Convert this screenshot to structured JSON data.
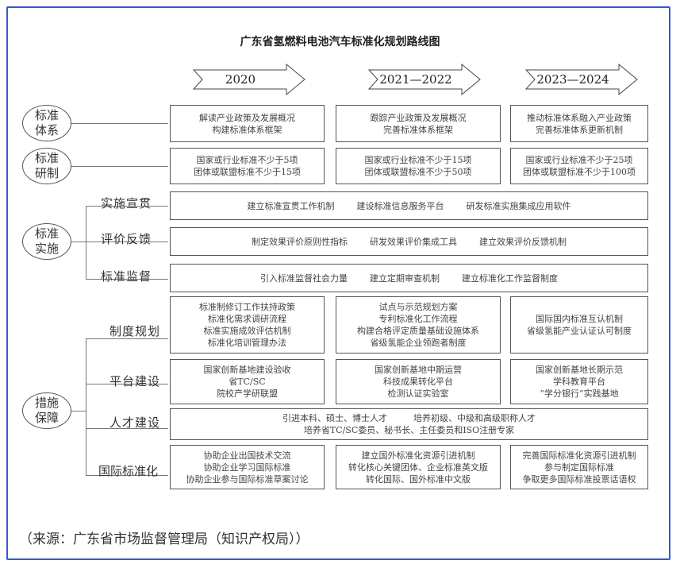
{
  "title": "广东省氢燃料电池汽车标准化规划路线图",
  "periods": [
    "2020",
    "2021—2022",
    "2023—2024"
  ],
  "categories": {
    "standard_system": "标准体系",
    "standard_dev": "标准研制",
    "standard_impl": "标准实施",
    "measures": "措施保障"
  },
  "rows": {
    "system": [
      [
        "解读产业政策及发展概况",
        "构建标准体系框架"
      ],
      [
        "跟踪产业政策及发展概况",
        "完善标准体系框架"
      ],
      [
        "推动标准体系融入产业政策",
        "完善标准体系更新机制"
      ]
    ],
    "development": [
      [
        "国家或行业标准不少于5项",
        "团体或联盟标准不少于15项"
      ],
      [
        "国家或行业标准不少于15项",
        "团体或联盟标准不少于50项"
      ],
      [
        "国家或行业标准不少于25项",
        "团体或联盟标准不少于100项"
      ]
    ],
    "impl": [
      {
        "label": "实施宣贯",
        "items": [
          "建立标准宣贯工作机制",
          "建设标准信息服务平台",
          "研发标准实施集成应用软件"
        ]
      },
      {
        "label": "评价反馈",
        "items": [
          "制定效果评价原则性指标",
          "研发效果评价集成工具",
          "建立效果评价反馈机制"
        ]
      },
      {
        "label": "标准监督",
        "items": [
          "引入标准监督社会力量",
          "建立定期审查机制",
          "建立标准化工作监督制度"
        ]
      }
    ],
    "measures": [
      {
        "label": "制度规划",
        "cols": [
          [
            "标准制修订工作扶持政策",
            "标准化需求调研流程",
            "标准实施成效评估机制",
            "标准化培训管理办法"
          ],
          [
            "试点与示范规划方案",
            "专利标准化工作流程",
            "构建合格评定质量基础设施体系",
            "省级氢能企业领跑者制度"
          ],
          [
            "国际国内标准互认机制",
            "省级氢能产业认证认可制度"
          ]
        ]
      },
      {
        "label": "平台建设",
        "cols": [
          [
            "国家创新基地建设验收",
            "省TC/SC",
            "院校产学研联盟"
          ],
          [
            "国家创新基地中期运营",
            "科技成果转化平台",
            "检测认证实验室"
          ],
          [
            "国家创新基地长期示范",
            "学科教育平台",
            "“学分银行”实践基地"
          ]
        ]
      },
      {
        "label": "人才建设",
        "lines": [
          "引进本科、硕士、博士人才　　　培养初级、中级和高级职称人才",
          "培养省TC/SC委员、秘书长、主任委员和ISO注册专家"
        ]
      },
      {
        "label": "国际标准化",
        "cols": [
          [
            "协助企业出国技术交流",
            "协助企业学习国际标准",
            "协助企业参与国际标准草案讨论"
          ],
          [
            "建立国外标准化资源引进机制",
            "转化核心关键团体、企业标准英文版",
            "转化国际、国外标准中文版"
          ],
          [
            "完善国际标准化资源引进机制",
            "参与制定国际标准",
            "争取更多国际标准投票话语权"
          ]
        ]
      }
    ]
  },
  "source": "（来源：广东省市场监督管理局（知识产权局））",
  "colors": {
    "frame": "#2f5bd6",
    "line": "#555555"
  }
}
